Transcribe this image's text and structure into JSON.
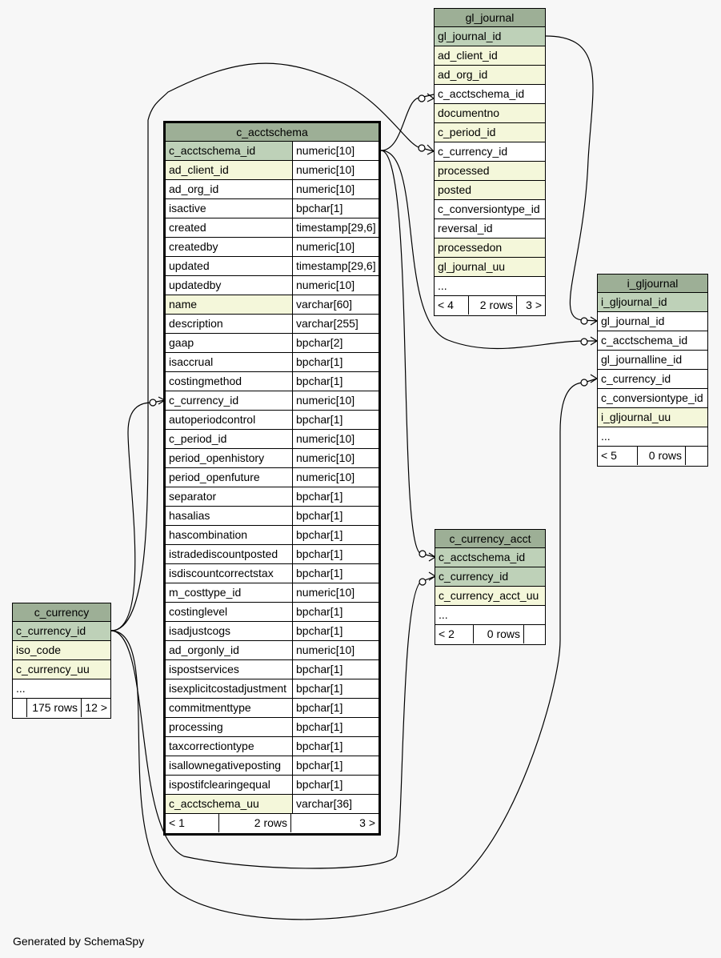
{
  "generated_by": "Generated by SchemaSpy",
  "tables": {
    "gl_journal": {
      "title": "gl_journal",
      "columns": [
        {
          "name": "gl_journal_id",
          "kind": "pk"
        },
        {
          "name": "ad_client_id",
          "kind": "idx"
        },
        {
          "name": "ad_org_id",
          "kind": "idx"
        },
        {
          "name": "c_acctschema_id",
          "kind": "plain"
        },
        {
          "name": "documentno",
          "kind": "idx"
        },
        {
          "name": "c_period_id",
          "kind": "idx"
        },
        {
          "name": "c_currency_id",
          "kind": "plain"
        },
        {
          "name": "processed",
          "kind": "idx"
        },
        {
          "name": "posted",
          "kind": "idx"
        },
        {
          "name": "c_conversiontype_id",
          "kind": "plain"
        },
        {
          "name": "reversal_id",
          "kind": "plain"
        },
        {
          "name": "processedon",
          "kind": "idx"
        },
        {
          "name": "gl_journal_uu",
          "kind": "idx"
        },
        {
          "name": "...",
          "kind": "plain"
        }
      ],
      "footer": {
        "parents": "< 4",
        "rows": "2 rows",
        "children": "3 >"
      }
    },
    "c_acctschema": {
      "title": "c_acctschema",
      "columns": [
        {
          "name": "c_acctschema_id",
          "type": "numeric[10]",
          "kind": "pk"
        },
        {
          "name": "ad_client_id",
          "type": "numeric[10]",
          "kind": "idx"
        },
        {
          "name": "ad_org_id",
          "type": "numeric[10]",
          "kind": "plain"
        },
        {
          "name": "isactive",
          "type": "bpchar[1]",
          "kind": "plain"
        },
        {
          "name": "created",
          "type": "timestamp[29,6]",
          "kind": "plain"
        },
        {
          "name": "createdby",
          "type": "numeric[10]",
          "kind": "plain"
        },
        {
          "name": "updated",
          "type": "timestamp[29,6]",
          "kind": "plain"
        },
        {
          "name": "updatedby",
          "type": "numeric[10]",
          "kind": "plain"
        },
        {
          "name": "name",
          "type": "varchar[60]",
          "kind": "idx"
        },
        {
          "name": "description",
          "type": "varchar[255]",
          "kind": "plain"
        },
        {
          "name": "gaap",
          "type": "bpchar[2]",
          "kind": "plain"
        },
        {
          "name": "isaccrual",
          "type": "bpchar[1]",
          "kind": "plain"
        },
        {
          "name": "costingmethod",
          "type": "bpchar[1]",
          "kind": "plain"
        },
        {
          "name": "c_currency_id",
          "type": "numeric[10]",
          "kind": "plain"
        },
        {
          "name": "autoperiodcontrol",
          "type": "bpchar[1]",
          "kind": "plain"
        },
        {
          "name": "c_period_id",
          "type": "numeric[10]",
          "kind": "plain"
        },
        {
          "name": "period_openhistory",
          "type": "numeric[10]",
          "kind": "plain"
        },
        {
          "name": "period_openfuture",
          "type": "numeric[10]",
          "kind": "plain"
        },
        {
          "name": "separator",
          "type": "bpchar[1]",
          "kind": "plain"
        },
        {
          "name": "hasalias",
          "type": "bpchar[1]",
          "kind": "plain"
        },
        {
          "name": "hascombination",
          "type": "bpchar[1]",
          "kind": "plain"
        },
        {
          "name": "istradediscountposted",
          "type": "bpchar[1]",
          "kind": "plain"
        },
        {
          "name": "isdiscountcorrectstax",
          "type": "bpchar[1]",
          "kind": "plain"
        },
        {
          "name": "m_costtype_id",
          "type": "numeric[10]",
          "kind": "plain"
        },
        {
          "name": "costinglevel",
          "type": "bpchar[1]",
          "kind": "plain"
        },
        {
          "name": "isadjustcogs",
          "type": "bpchar[1]",
          "kind": "plain"
        },
        {
          "name": "ad_orgonly_id",
          "type": "numeric[10]",
          "kind": "plain"
        },
        {
          "name": "ispostservices",
          "type": "bpchar[1]",
          "kind": "plain"
        },
        {
          "name": "isexplicitcostadjustment",
          "type": "bpchar[1]",
          "kind": "plain"
        },
        {
          "name": "commitmenttype",
          "type": "bpchar[1]",
          "kind": "plain"
        },
        {
          "name": "processing",
          "type": "bpchar[1]",
          "kind": "plain"
        },
        {
          "name": "taxcorrectiontype",
          "type": "bpchar[1]",
          "kind": "plain"
        },
        {
          "name": "isallownegativeposting",
          "type": "bpchar[1]",
          "kind": "plain"
        },
        {
          "name": "ispostifclearingequal",
          "type": "bpchar[1]",
          "kind": "plain"
        },
        {
          "name": "c_acctschema_uu",
          "type": "varchar[36]",
          "kind": "idx"
        }
      ],
      "footer": {
        "parents": "< 1",
        "rows": "2 rows",
        "children": "3 >"
      }
    },
    "i_gljournal": {
      "title": "i_gljournal",
      "columns": [
        {
          "name": "i_gljournal_id",
          "kind": "pk"
        },
        {
          "name": "gl_journal_id",
          "kind": "plain"
        },
        {
          "name": "c_acctschema_id",
          "kind": "plain"
        },
        {
          "name": "gl_journalline_id",
          "kind": "plain"
        },
        {
          "name": "c_currency_id",
          "kind": "plain"
        },
        {
          "name": "c_conversiontype_id",
          "kind": "plain"
        },
        {
          "name": "i_gljournal_uu",
          "kind": "idx"
        },
        {
          "name": "...",
          "kind": "plain"
        }
      ],
      "footer": {
        "parents": "< 5",
        "rows": "0 rows",
        "children": ""
      }
    },
    "c_currency_acct": {
      "title": "c_currency_acct",
      "columns": [
        {
          "name": "c_acctschema_id",
          "kind": "pk"
        },
        {
          "name": "c_currency_id",
          "kind": "pk"
        },
        {
          "name": "c_currency_acct_uu",
          "kind": "idx"
        },
        {
          "name": "...",
          "kind": "plain"
        }
      ],
      "footer": {
        "parents": "< 2",
        "rows": "0 rows",
        "children": ""
      }
    },
    "c_currency": {
      "title": "c_currency",
      "columns": [
        {
          "name": "c_currency_id",
          "kind": "pk"
        },
        {
          "name": "iso_code",
          "kind": "idx"
        },
        {
          "name": "c_currency_uu",
          "kind": "idx"
        },
        {
          "name": "...",
          "kind": "plain"
        }
      ],
      "footer": {
        "parents": "",
        "rows": "175 rows",
        "children": "12 >"
      }
    }
  }
}
